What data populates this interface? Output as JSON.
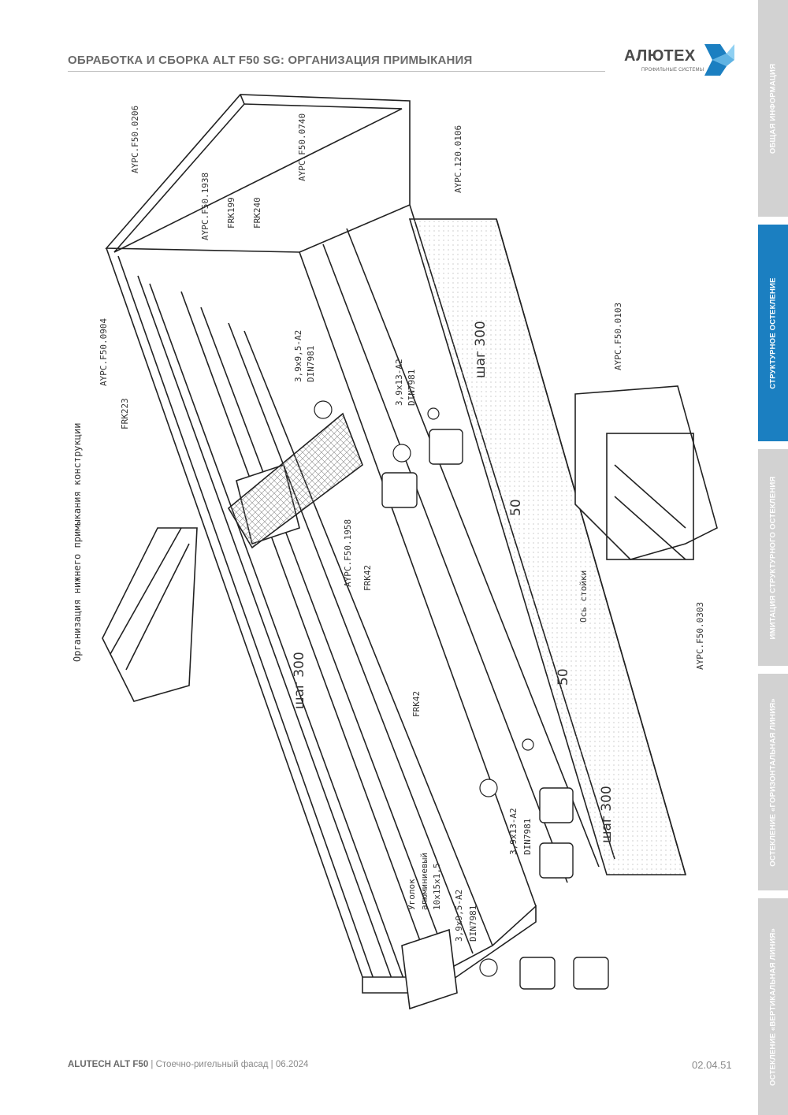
{
  "header": {
    "title": "ОБРАБОТКА И СБОРКА ALT F50 SG: ОРГАНИЗАЦИЯ ПРИМЫКАНИЯ",
    "logo_text": "АЛЮТЕХ",
    "logo_sub": "ПРОФИЛЬНЫЕ СИСТЕМЫ"
  },
  "sidebar": {
    "tabs": [
      {
        "label": "ОБЩАЯ ИНФОРМАЦИЯ"
      },
      {
        "label": "СТРУКТУРНОЕ ОСТЕКЛЕНИЕ"
      },
      {
        "label": "ИМИТАЦИЯ СТРУКТУРНОГО ОСТЕКЛЕНИЯ"
      },
      {
        "label": "ОСТЕКЛЕНИЕ «ГОРИЗОНТАЛЬНАЯ ЛИНИЯ»"
      },
      {
        "label": "ОСТЕКЛЕНИЕ «ВЕРТИКАЛЬНАЯ ЛИНИЯ»"
      }
    ],
    "active": "СТРУКТУРНОЕ ОСТЕКЛЕНИЕ"
  },
  "drawing": {
    "caption": "Организация нижнего примыкания конструкции",
    "labels": {
      "p0206": "AYPC.F50.0206",
      "p1938": "AYPC.F50.1938",
      "frk199": "FRK199",
      "frk240": "FRK240",
      "p0740": "AYPC.F50.0740",
      "p0106": "AYPC.120.0106",
      "p0904": "AYPC.F50.0904",
      "frk223": "FRK223",
      "screw1": "3,9x9,5-A2",
      "din1": "DIN7981",
      "screw2": "3,9x13-A2",
      "din2": "DIN7981",
      "p0103": "AYPC.F50.0103",
      "p1958": "AYPC.F50.1958",
      "frk42a": "FRK42",
      "frk42b": "FRK42",
      "axis": "Ось стойки",
      "p0303": "AYPC.F50.0303",
      "screw3": "3,9x13-A2",
      "din3": "DIN7981",
      "corner1": "Уголок",
      "corner2": "алюминиевый",
      "corner3": "10x15x1,5",
      "screw4": "3,9x9,5-A2",
      "din4": "DIN7981"
    },
    "dims": {
      "step_top": "шаг 300",
      "step_left": "шаг 300",
      "step_right": "шаг 300",
      "fifty_a": "50",
      "fifty_b": "50"
    }
  },
  "footer": {
    "brand": "ALUTECH ALT F50",
    "description": " | Стоечно-ригельный фасад | 06.2024",
    "page": "02.04.51"
  }
}
